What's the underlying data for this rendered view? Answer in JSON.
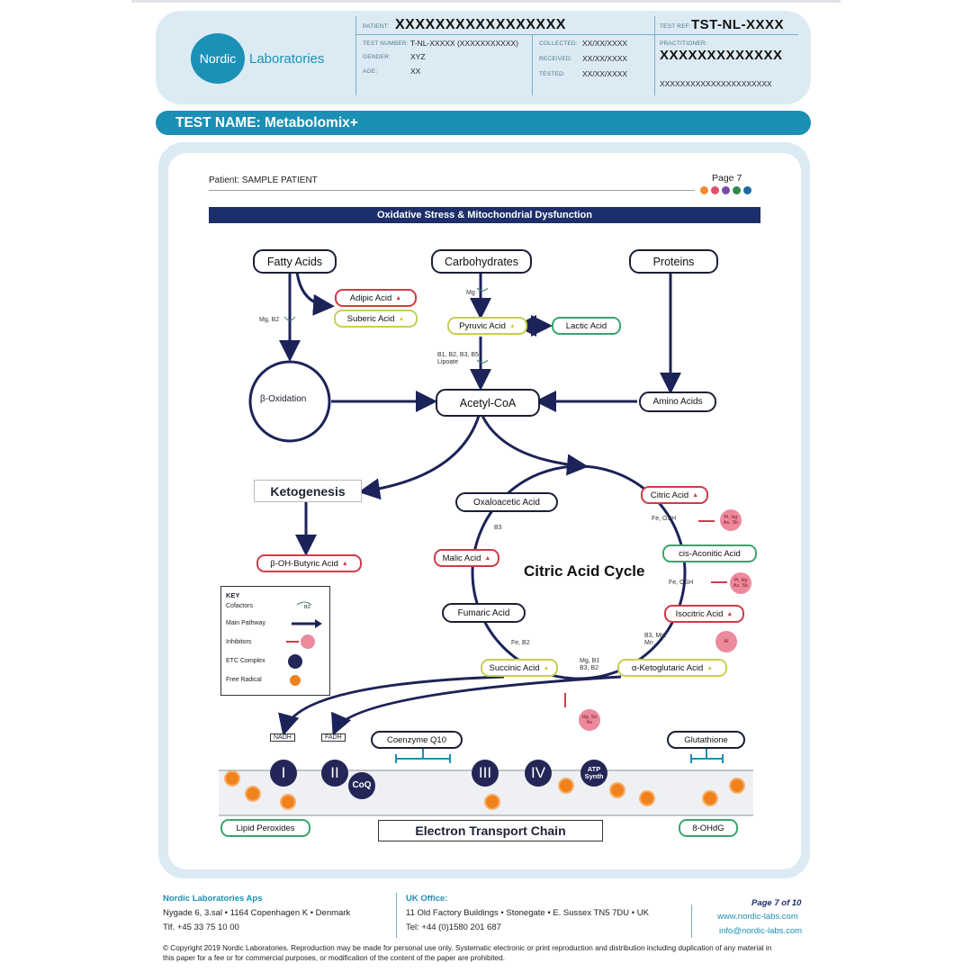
{
  "header": {
    "logo_brand": "Nordic",
    "logo_name": "Laboratories",
    "patient_label": "PATIENT:",
    "patient_value": "XXXXXXXXXXXXXXXXX",
    "test_number_label": "TEST NUMBER:",
    "test_number_value": "T-NL-XXXXX (XXXXXXXXXXX)",
    "gender_label": "GENDER:",
    "gender_value": "XYZ",
    "age_label": "AGE:",
    "age_value": "XX",
    "collected_label": "COLLECTED:",
    "collected_value": "XX/XX/XXXX",
    "received_label": "RECEIVED:",
    "received_value": "XX/XX/XXXX",
    "tested_label": "TESTED:",
    "tested_value": "XX/XX/XXXX",
    "test_ref_label": "TEST REF:",
    "test_ref_value": "TST-NL-XXXX",
    "practitioner_label": "PRACTITIONER:",
    "practitioner_value": "XXXXXXXXXXXXX",
    "practitioner_sub": "XXXXXXXXXXXXXXXXXXXXXX"
  },
  "banner": {
    "title": "TEST NAME: Metabolomix+"
  },
  "report": {
    "patient_line": "Patient: SAMPLE PATIENT",
    "page_label": "Page 7",
    "dot_colors": [
      "#f08a2c",
      "#e2506a",
      "#7a4aa8",
      "#2e8a4a",
      "#1b6aa0"
    ],
    "section_title": "Oxidative Stress & Mitochondrial Dysfunction"
  },
  "diagram": {
    "fatty_acids": "Fatty Acids",
    "carbohydrates": "Carbohydrates",
    "proteins": "Proteins",
    "adipic_acid": "Adipic Acid",
    "suberic_acid": "Suberic Acid",
    "pyruvic_acid": "Pyruvic Acid",
    "lactic_acid": "Lactic Acid",
    "beta_oxidation": "β-Oxidation",
    "acetyl_coa": "Acetyl-CoA",
    "amino_acids": "Amino Acids",
    "ketogenesis": "Ketogenesis",
    "beta_oh_butyric": "β-OH-Butyric Acid",
    "oxaloacetic": "Oxaloacetic Acid",
    "citric_acid": "Citric Acid",
    "cis_aconitic": "cis-Aconitic Acid",
    "isocitric": "Isocitric Acid",
    "alpha_keto": "α-Ketoglutaric Acid",
    "succinic": "Succinic Acid",
    "fumaric": "Fumaric Acid",
    "malic": "Malic Acid",
    "cycle_title": "Citric Acid Cycle",
    "cof_mg_b2": "Mg, B2",
    "cof_mg": "Mg",
    "cof_b_vitamins": "B1, B2, B3, B5, Lipoate",
    "cof_b3": "B3",
    "cof_fe_gsh_1": "Fe, GSH",
    "cof_fe_gsh_2": "Fe, GSH",
    "cof_b3_mg_mn": "B3, Mg, Mn",
    "cof_mg_b1": "Mg, B1 B3, B2",
    "cof_fe_b2": "Fe, B2",
    "inh_1": "Pi, Hg As, Sb",
    "inh_2": "Pi, Hg As, Sb",
    "inh_3": "Al",
    "inh_4": "Hg, Sb As",
    "nadh": "NADH",
    "fadh": "FADH",
    "coq10": "Coenzyme Q10",
    "glutathione": "Glutathione",
    "complex_1": "I",
    "complex_2": "II",
    "complex_3": "III",
    "complex_4": "IV",
    "coq": "CoQ",
    "atp": "ATP Synth",
    "lipid_peroxides": "Lipid Peroxides",
    "ohdg": "8-OHdG",
    "etc_title": "Electron Transport Chain"
  },
  "key": {
    "title": "KEY",
    "cofactors": "Cofactors",
    "cof_sample": "B3",
    "main_pathway": "Main Pathway",
    "inhibitors": "Inhibitors",
    "etc_complex": "ETC Complex",
    "free_radical": "Free Radical"
  },
  "footer": {
    "company": "Nordic Laboratories Aps",
    "address_1": "Nygade 6, 3.sal • 1164 Copenhagen K • Denmark",
    "phone_dk": "Tlf. +45 33 75 10 00",
    "uk_title": "UK Office:",
    "uk_address": "11 Old Factory Buildings • Stonegate • E. Sussex TN5 7DU • UK",
    "uk_phone": "Tel: +44 (0)1580 201 687",
    "page_of": "Page 7 of 10",
    "website": "www.nordic-labs.com",
    "email": "info@nordic-labs.com",
    "copyright": "© Copyright 2019 Nordic Laboratories. Reproduction may be made for personal use only. Systematic electronic or print reproduction and distribution including duplication of any material in this paper for a fee or for commercial purposes, or modification of the content of the paper are prohibited."
  }
}
